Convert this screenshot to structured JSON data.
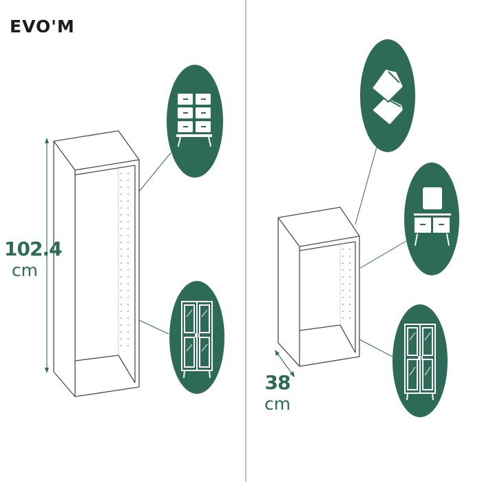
{
  "brand": {
    "logo_text": "EVO'M"
  },
  "colors": {
    "accent": "#2e6b57",
    "line": "#2e6b57",
    "cabinet": "#4a4a4a",
    "divider": "#9a9a9a"
  },
  "left_panel": {
    "height_dimension": {
      "value": "102.4",
      "unit": "cm"
    },
    "icons": [
      "drawer-chest-icon",
      "glass-door-cabinet-icon"
    ]
  },
  "right_panel": {
    "depth_dimension": {
      "value": "38",
      "unit": "cm"
    },
    "icons": [
      "folded-clothes-icon",
      "dresser-with-mirror-icon",
      "glass-door-cabinet-icon"
    ]
  }
}
